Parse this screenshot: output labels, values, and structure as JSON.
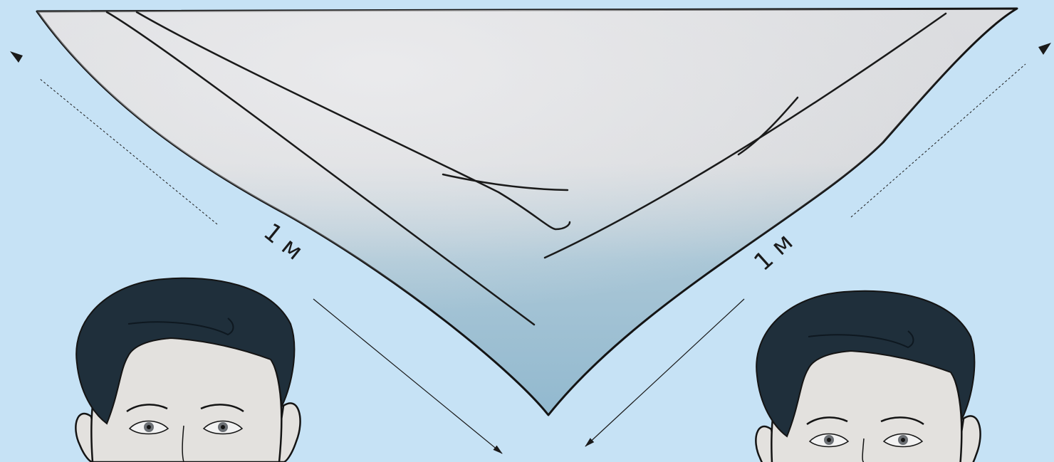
{
  "diagram": {
    "colors": {
      "background": "#c6e2f5",
      "scarf_light": "#e4e4e6",
      "scarf_shadow": "#8fb8cf",
      "outline": "#141414",
      "hair": "#1f2f3b",
      "skin": "#e3e1de"
    },
    "dimensions": {
      "left_side": "1 м",
      "right_side": "1 м"
    },
    "figures": [
      "scarf-triangle",
      "face-left",
      "face-right"
    ]
  }
}
